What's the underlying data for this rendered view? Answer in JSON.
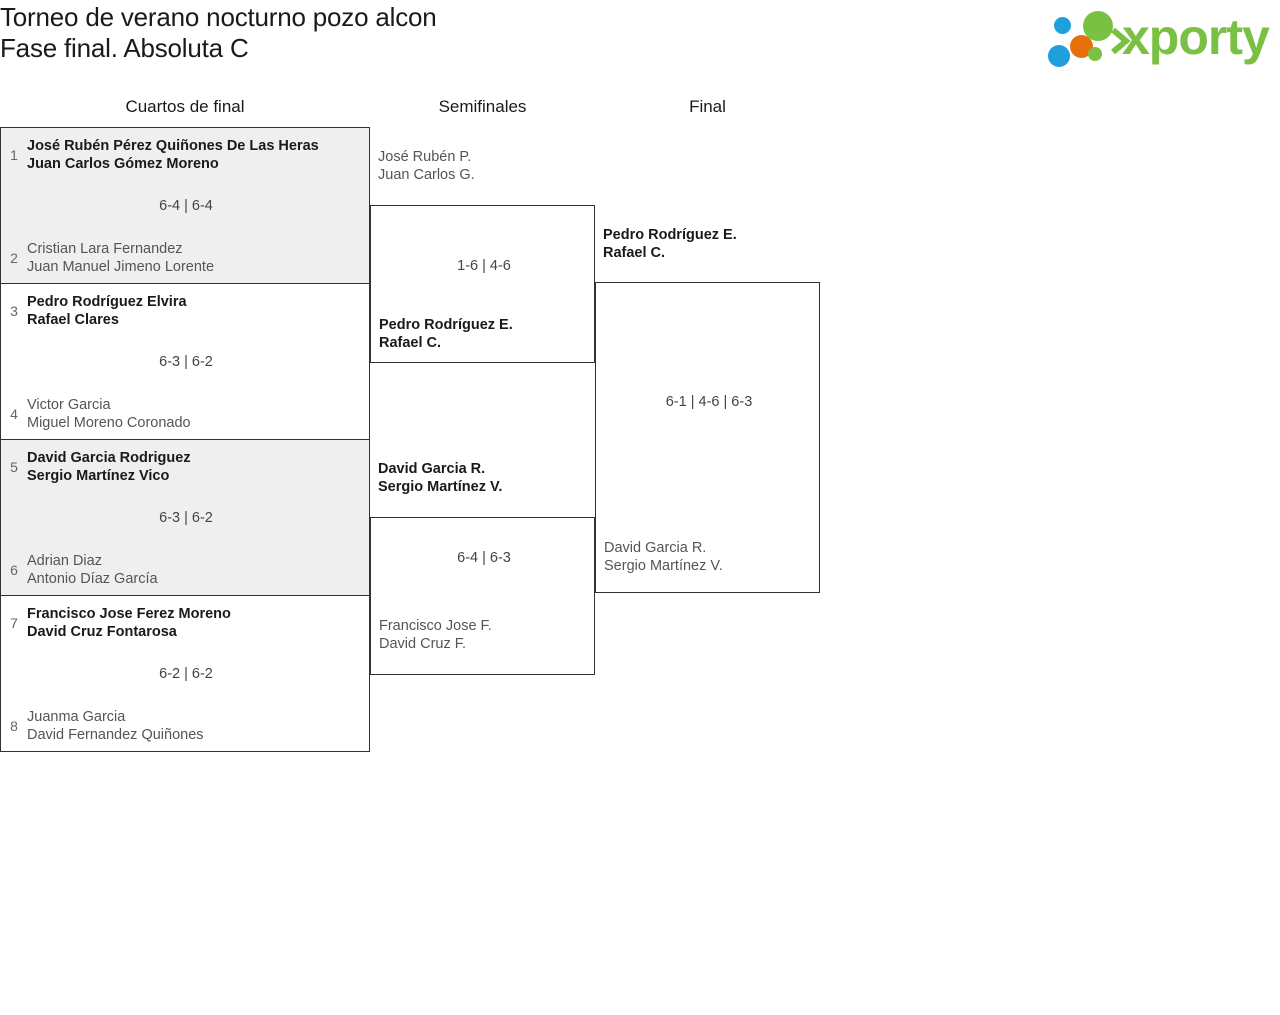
{
  "header": {
    "title_line1": "Torneo de verano nocturno pozo alcon",
    "title_line2": "Fase final. Absoluta C",
    "logo_text": "xporty",
    "logo_colors": {
      "green": "#7ac143",
      "blue": "#1fa0dc",
      "orange": "#e8700a"
    }
  },
  "rounds": [
    {
      "label": "Cuartos de final"
    },
    {
      "label": "Semifinales"
    },
    {
      "label": "Final"
    }
  ],
  "quarterfinals": [
    {
      "shaded": true,
      "top": {
        "seed": "1",
        "line1": "José Rubén Pérez Quiñones De Las Heras",
        "line2": "Juan Carlos Gómez Moreno",
        "winner": true
      },
      "bottom": {
        "seed": "2",
        "line1": "Cristian Lara Fernandez",
        "line2": "Juan Manuel Jimeno Lorente",
        "winner": false
      },
      "score": "6-4 | 6-4"
    },
    {
      "shaded": false,
      "top": {
        "seed": "3",
        "line1": "Pedro Rodríguez Elvira",
        "line2": "Rafael Clares",
        "winner": true
      },
      "bottom": {
        "seed": "4",
        "line1": "Victor Garcia",
        "line2": "Miguel Moreno Coronado",
        "winner": false
      },
      "score": "6-3 | 6-2"
    },
    {
      "shaded": true,
      "top": {
        "seed": "5",
        "line1": "David Garcia Rodriguez",
        "line2": "Sergio Martínez Vico",
        "winner": true
      },
      "bottom": {
        "seed": "6",
        "line1": "Adrian Diaz",
        "line2": "Antonio Díaz García",
        "winner": false
      },
      "score": "6-3 | 6-2"
    },
    {
      "shaded": false,
      "top": {
        "seed": "7",
        "line1": "Francisco Jose Ferez Moreno",
        "line2": "David Cruz Fontarosa",
        "winner": true
      },
      "bottom": {
        "seed": "8",
        "line1": "Juanma Garcia",
        "line2": "David Fernandez Quiñones",
        "winner": false
      },
      "score": "6-2 | 6-2"
    }
  ],
  "semifinals": [
    {
      "top": {
        "line1": "José Rubén P.",
        "line2": "Juan Carlos G.",
        "winner": false
      },
      "bottom": {
        "line1": "Pedro Rodríguez E.",
        "line2": "Rafael C.",
        "winner": true
      },
      "score": "1-6 | 4-6"
    },
    {
      "top": {
        "line1": "David Garcia R.",
        "line2": "Sergio Martínez V.",
        "winner": true
      },
      "bottom": {
        "line1": "Francisco Jose F.",
        "line2": "David Cruz F.",
        "winner": false
      },
      "score": "6-4 | 6-3"
    }
  ],
  "final": {
    "top": {
      "line1": "Pedro Rodríguez E.",
      "line2": "Rafael C.",
      "winner": true
    },
    "bottom": {
      "line1": "David Garcia R.",
      "line2": "Sergio Martínez V.",
      "winner": false
    },
    "score": "6-1 | 4-6 | 6-3"
  }
}
